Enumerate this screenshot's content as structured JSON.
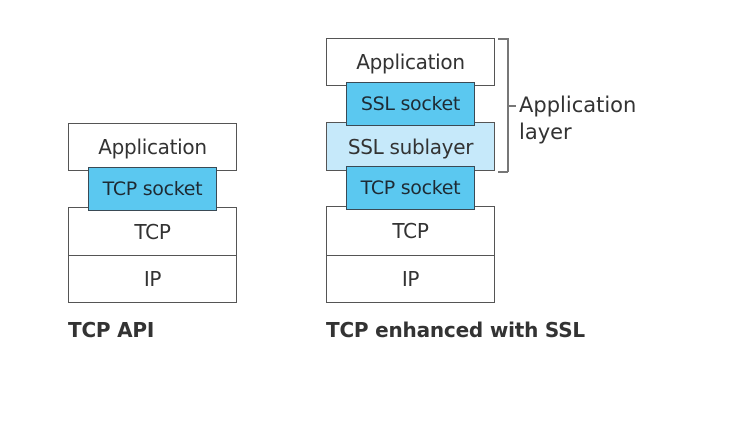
{
  "left_stack": {
    "layers": [
      "Application",
      "TCP socket",
      "TCP",
      "IP"
    ],
    "caption": "TCP API"
  },
  "right_stack": {
    "layers": [
      "Application",
      "SSL socket",
      "SSL sublayer",
      "TCP socket",
      "TCP",
      "IP"
    ],
    "caption": "TCP enhanced with SSL",
    "bracket_label_line1": "Application",
    "bracket_label_line2": "layer"
  },
  "colors": {
    "socket": "#5bc8f0",
    "sublayer": "#c6e9fa"
  }
}
